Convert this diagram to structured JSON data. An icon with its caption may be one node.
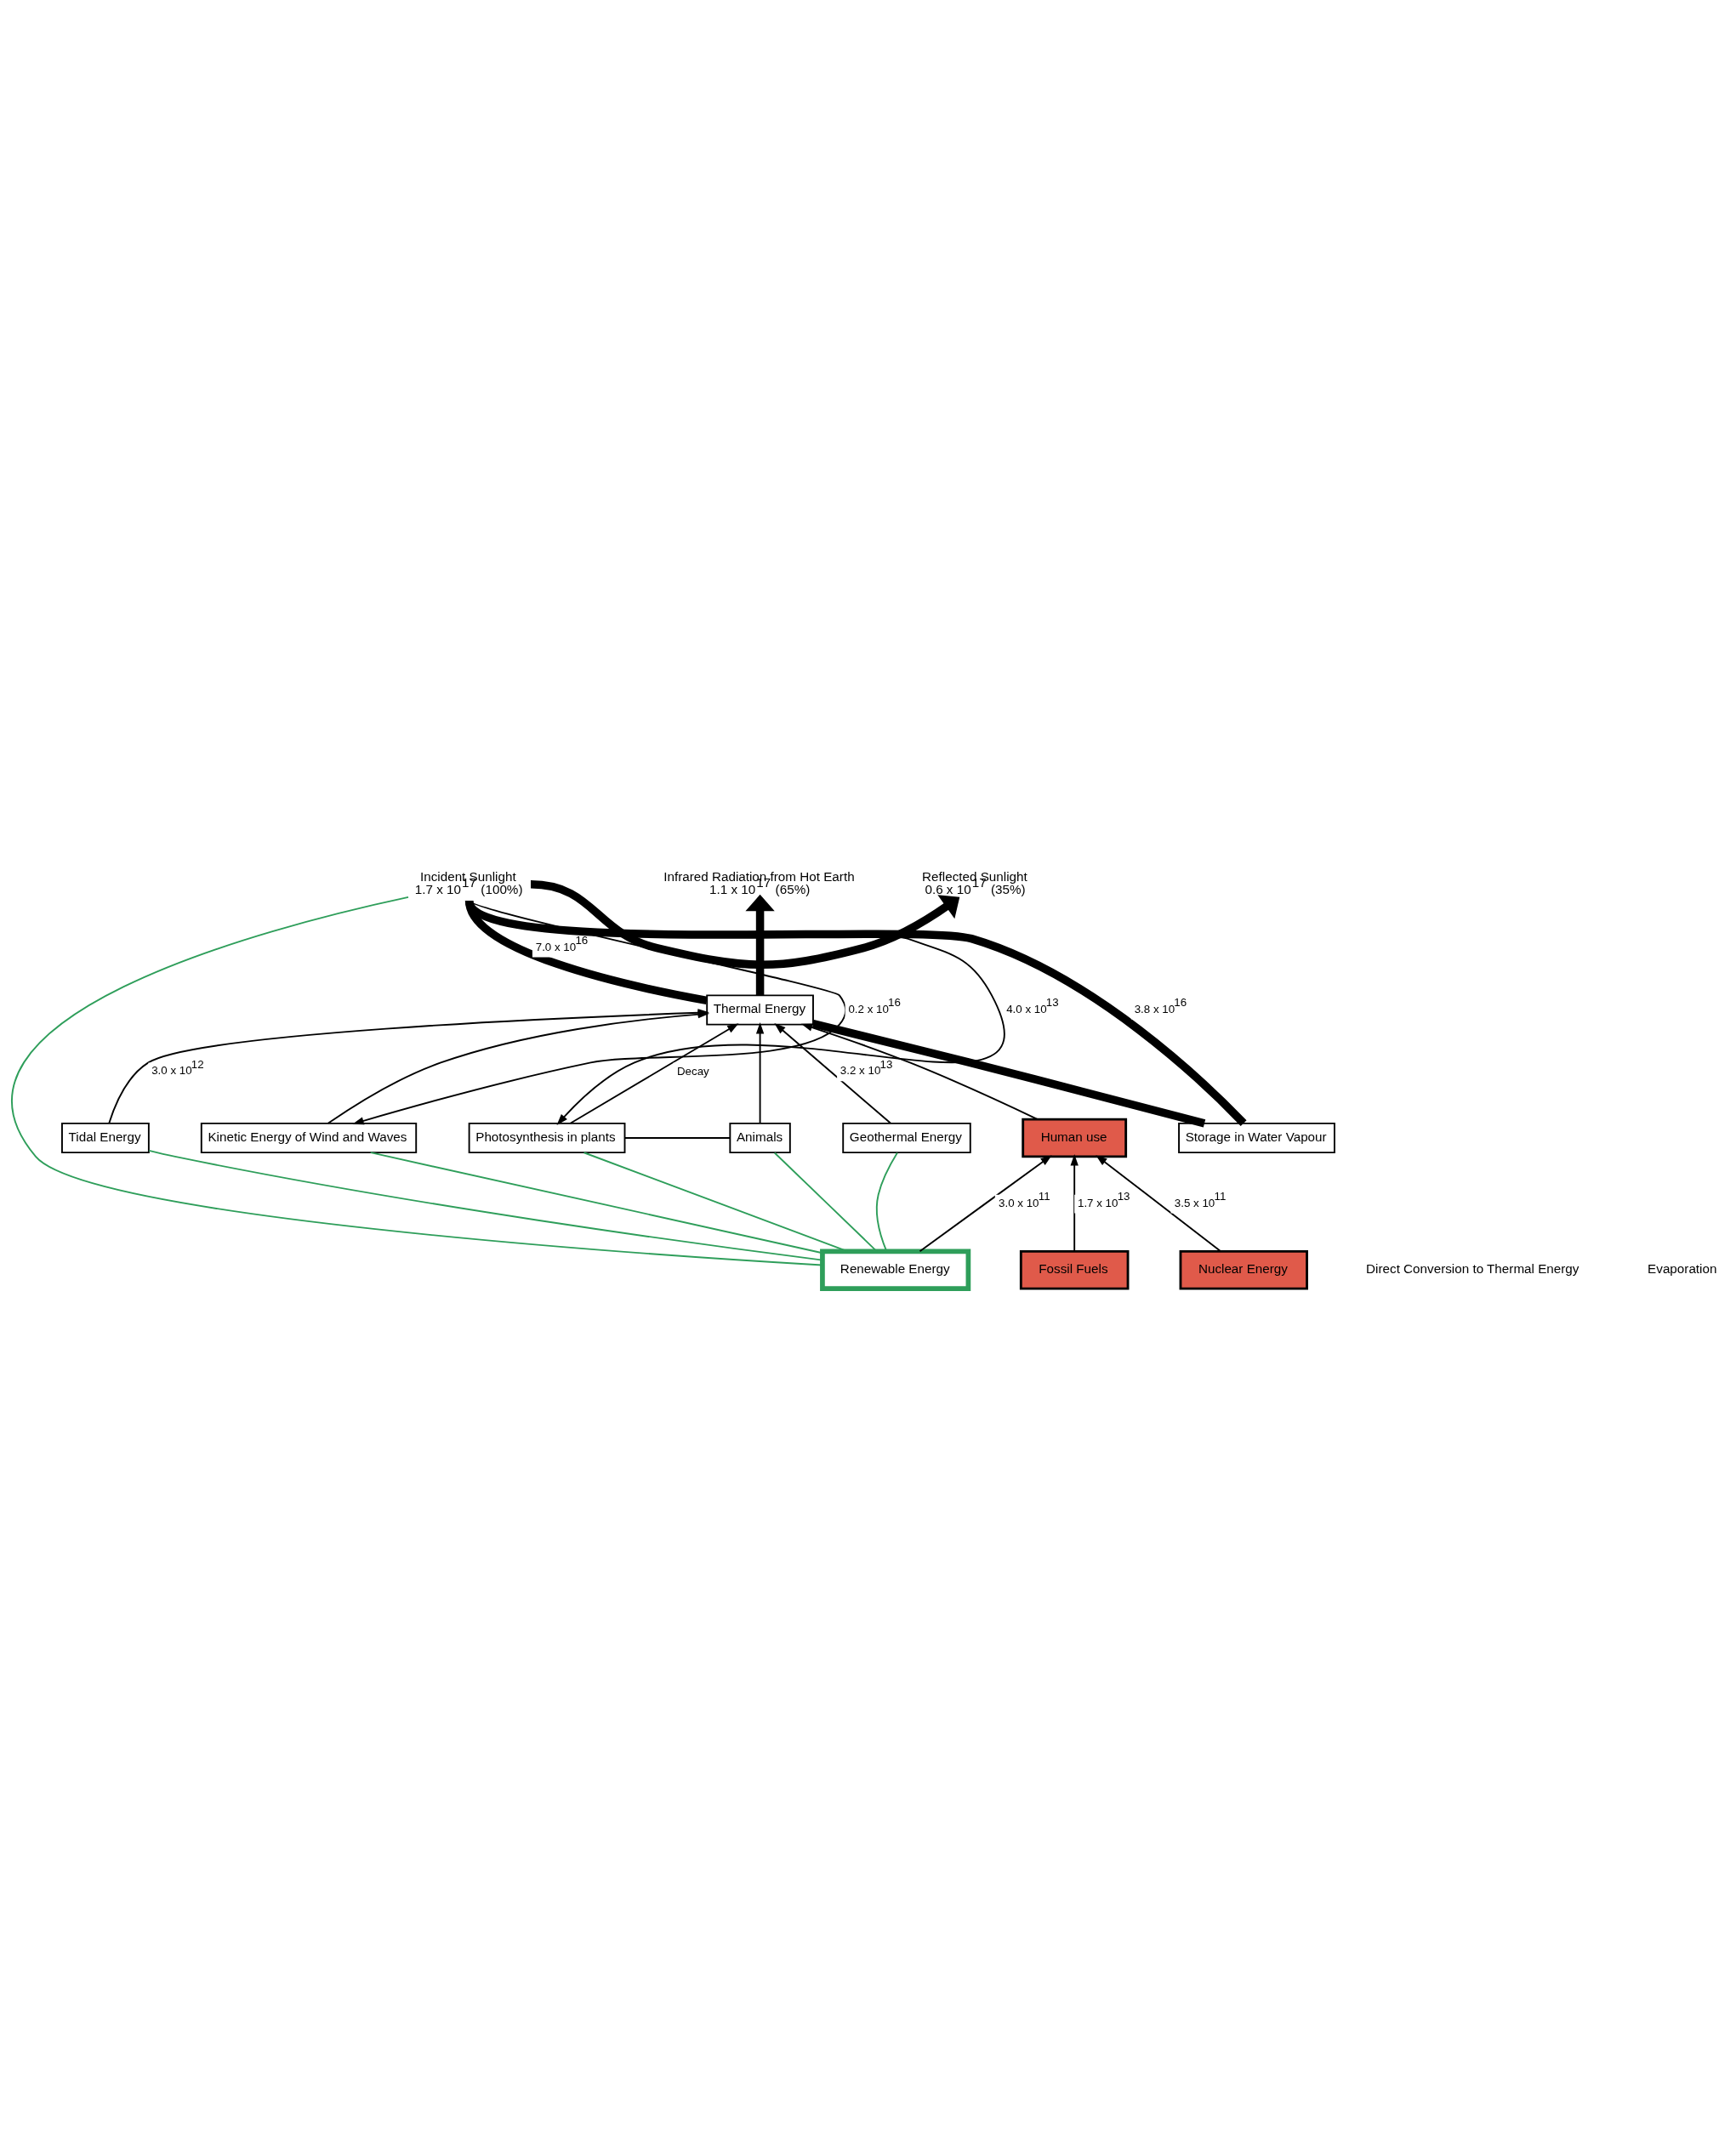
{
  "diagram": {
    "nodes": [
      {
        "text": [
          "Incident Sunlight",
          "1.7 x 10$^{17}$ (100%)"
        ]
      },
      {
        "text": [
          "Reflected Sunlight",
          "0.6 x 10$^{17}$ (35%)"
        ]
      },
      {
        "text": [
          "Infrared Radiation from Hot Earth",
          "1.1 x 10$^{17}$ (65%)"
        ]
      },
      {
        "text": [
          "Thermal Energy"
        ]
      },
      {
        "text": [
          "Tidal Energy"
        ]
      },
      {
        "text": [
          "Storage in Water Vapour"
        ]
      },
      {
        "text": [
          "Kinetic Energy of Wind and Waves"
        ]
      },
      {
        "text": [
          "Photosynthesis in plants"
        ]
      },
      {
        "text": [
          "Animals"
        ]
      },
      {
        "text": [
          "Geothermal Energy"
        ]
      },
      {
        "text": [
          "Human use"
        ]
      },
      {
        "text": [
          "Renewable Energy"
        ]
      },
      {
        "text": [
          "Fossil Fuels"
        ]
      },
      {
        "text": [
          "Nuclear Energy"
        ]
      }
    ],
    "edges": [
      {
        "from": 0,
        "to": 1,
        "arrow": "to",
        "style": "thick"
      },
      {
        "from": 0,
        "to": 3,
        "arrow": "none",
        "style": "thick",
        "label": "7.0 x 10$^{16}$"
      },
      {
        "from": 0,
        "to": 5,
        "arrow": "none",
        "style": "thick",
        "label": "3.8 x 10$^{16}$"
      },
      {
        "from": 5,
        "to": 3,
        "arrow": "none",
        "style": "thick"
      },
      {
        "from": 3,
        "to": 2,
        "arrow": "to",
        "style": "thick"
      },
      {
        "from": 0,
        "to": 6,
        "arrow": "to",
        "label": "0.2 x 10$^{16}$"
      },
      {
        "from": 0,
        "to": 7,
        "arrow": "to",
        "label": "4.0 x 10$^{13}$"
      },
      {
        "from": 6,
        "to": 3,
        "arrow": "to"
      },
      {
        "from": 7,
        "to": 8,
        "arrow": "none"
      },
      {
        "from": 7,
        "to": 3,
        "arrow": "to",
        "label": "Decay"
      },
      {
        "from": 8,
        "to": 3,
        "arrow": "to"
      },
      {
        "from": 10,
        "to": 3,
        "arrow": "to"
      },
      {
        "from": 4,
        "to": 3,
        "arrow": "to",
        "label": "3.0 x 10$^{12}$"
      },
      {
        "from": 9,
        "to": 3,
        "arrow": "to",
        "label": "3.2 x 10$^{13}$"
      },
      {
        "from": 11,
        "to": 10,
        "arrow": "to",
        "label": "3.0 x 10$^{11}$"
      },
      {
        "from": 12,
        "to": 10,
        "arrow": "to",
        "label": "1.7 x 10$^{13}$"
      },
      {
        "from": 13,
        "to": 10,
        "arrow": "to",
        "label": "3.5 x 10$^{11}$"
      },
      {
        "from": 0,
        "to": 11,
        "arrow": "none",
        "color": "#2e9e5a"
      },
      {
        "from": 6,
        "to": 11,
        "arrow": "none",
        "color": "#2e9e5a"
      },
      {
        "from": 7,
        "to": 11,
        "arrow": "none",
        "color": "#2e9e5a"
      },
      {
        "from": 8,
        "to": 11,
        "arrow": "none",
        "color": "#2e9e5a"
      },
      {
        "from": 4,
        "to": 11,
        "arrow": "none",
        "color": "#2e9e5a"
      },
      {
        "from": 9,
        "to": 11,
        "arrow": "none",
        "color": "#2e9e5a"
      }
    ],
    "labels": [
      "Direct Conversion to Thermal Energy",
      "Evaporation"
    ]
  }
}
